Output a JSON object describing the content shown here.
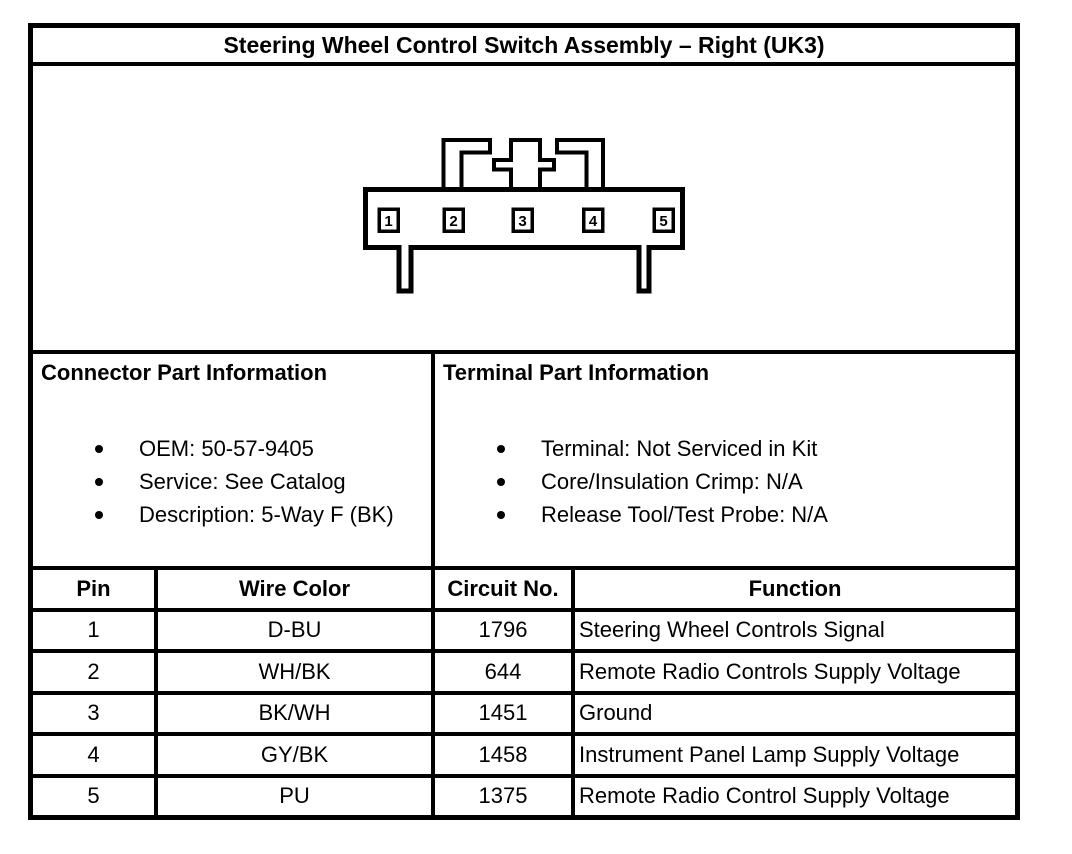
{
  "title": "Steering Wheel Control Switch Assembly – Right (UK3)",
  "colors": {
    "line": "#000000",
    "background": "#ffffff"
  },
  "connector": {
    "type": "5-way female connector, front view",
    "pins": [
      "1",
      "2",
      "3",
      "4",
      "5"
    ]
  },
  "connector_info": {
    "heading": "Connector Part Information",
    "bullets": [
      "OEM: 50-57-9405",
      "Service: See Catalog",
      "Description: 5-Way F (BK)"
    ]
  },
  "terminal_info": {
    "heading": "Terminal Part Information",
    "bullets": [
      "Terminal: Not Serviced in Kit",
      "Core/Insulation Crimp: N/A",
      "Release Tool/Test Probe: N/A"
    ]
  },
  "pin_table": {
    "headers": [
      "Pin",
      "Wire Color",
      "Circuit No.",
      "Function"
    ],
    "rows": [
      {
        "pin": "1",
        "wire_color": "D-BU",
        "circuit": "1796",
        "function": "Steering Wheel Controls Signal"
      },
      {
        "pin": "2",
        "wire_color": "WH/BK",
        "circuit": "644",
        "function": "Remote Radio Controls Supply Voltage"
      },
      {
        "pin": "3",
        "wire_color": "BK/WH",
        "circuit": "1451",
        "function": "Ground"
      },
      {
        "pin": "4",
        "wire_color": "GY/BK",
        "circuit": "1458",
        "function": "Instrument Panel Lamp Supply Voltage"
      },
      {
        "pin": "5",
        "wire_color": "PU",
        "circuit": "1375",
        "function": "Remote Radio Control Supply Voltage"
      }
    ]
  }
}
